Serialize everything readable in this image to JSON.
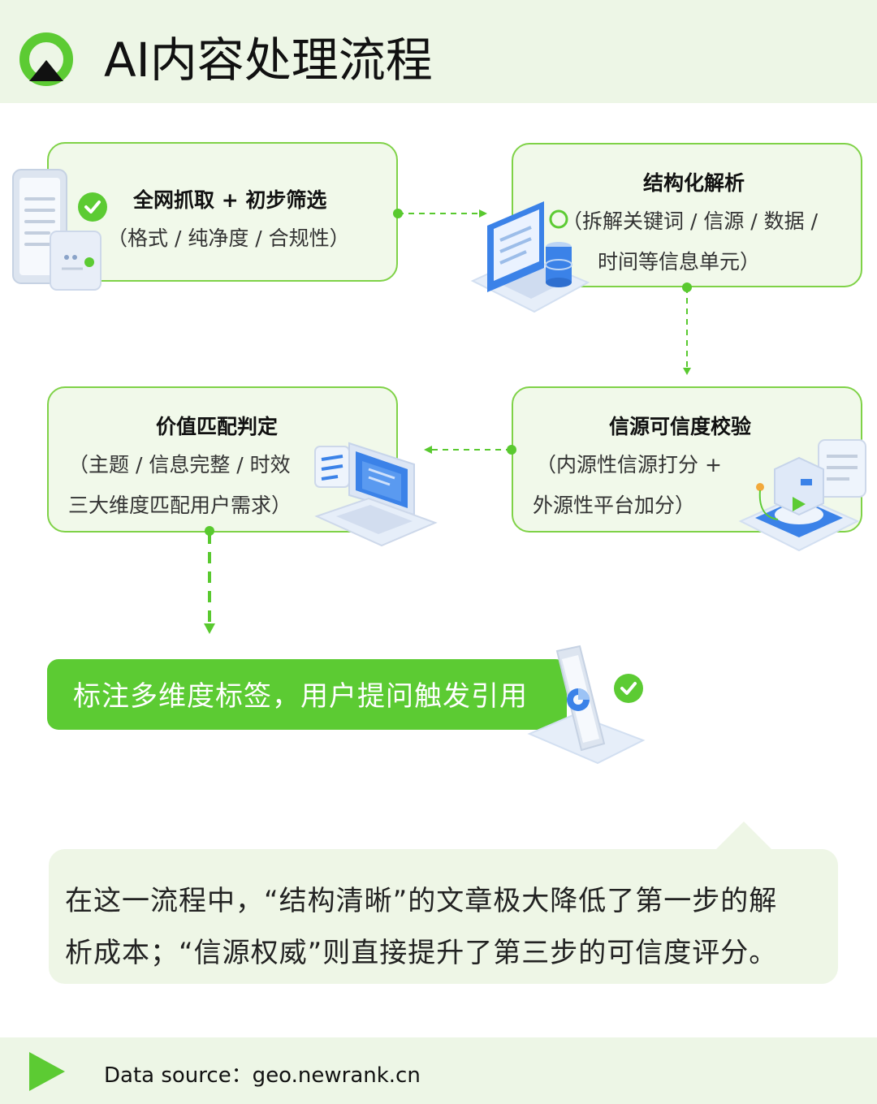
{
  "header": {
    "title": "AI内容处理流程"
  },
  "steps": [
    {
      "title": "全网抓取 + 初步筛选",
      "lines": [
        "（格式 / 纯净度 / 合规性）"
      ]
    },
    {
      "title": "结构化解析",
      "lines": [
        "（拆解关键词 / 信源 / 数据 /",
        "时间等信息单元）"
      ]
    },
    {
      "title": "信源可信度校验",
      "lines": [
        "（内源性信源打分 +",
        "外源性平台加分）"
      ]
    },
    {
      "title": "价值匹配判定",
      "lines": [
        "（主题 / 信息完整 / 时效",
        "三大维度匹配用户需求）"
      ]
    }
  ],
  "result": {
    "label": "标注多维度标签，用户提问触发引用"
  },
  "note": {
    "lines": [
      "在这一流程中，“结构清晰”的文章极大降低了第一步的解",
      "析成本；“信源权威”则直接提升了第三步的可信度评分。"
    ]
  },
  "footer": {
    "source": "Data source：geo.newrank.cn"
  },
  "colors": {
    "accent": "#5ccb33",
    "border": "#7fd247",
    "card_bg": "#f1f9ea",
    "band_bg": "#edf6e6",
    "icon_blue": "#3b82e8"
  }
}
